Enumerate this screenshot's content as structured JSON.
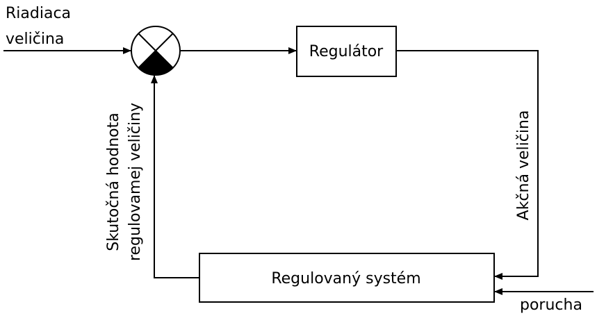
{
  "diagram": {
    "input_label": [
      "Riadiaca",
      "veličina"
    ],
    "regulator_label": "Regulátor",
    "system_label": "Regulovaný systém",
    "action_label": "Akčná veličina",
    "feedback_label": [
      "Skutočná hodnota",
      "regulovamej veličiny"
    ],
    "disturbance_label": "porucha"
  }
}
